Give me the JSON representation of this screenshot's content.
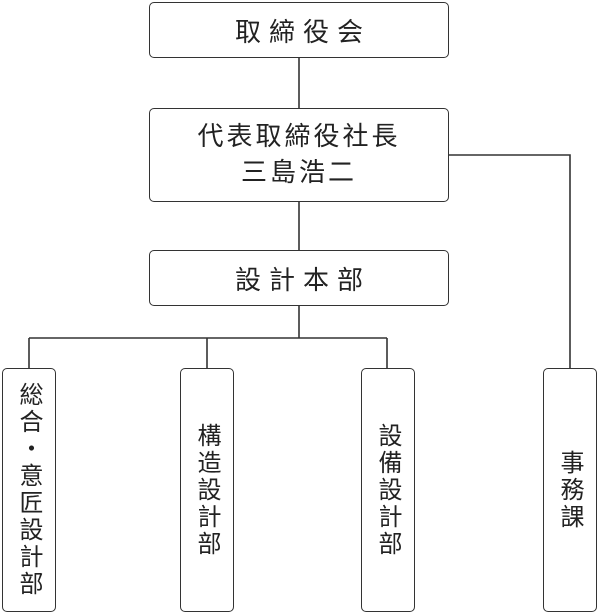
{
  "org_chart": {
    "board": {
      "label": "取締役会"
    },
    "president": {
      "title": "代表取締役社長",
      "name": "三島浩二"
    },
    "design_hq": {
      "label": "設計本部"
    },
    "departments": [
      {
        "id": "general",
        "label": "総合・意匠設計部"
      },
      {
        "id": "structural",
        "label": "構造設計部"
      },
      {
        "id": "mep",
        "label": "設備設計部"
      }
    ],
    "admin": {
      "label": "事務課"
    }
  }
}
